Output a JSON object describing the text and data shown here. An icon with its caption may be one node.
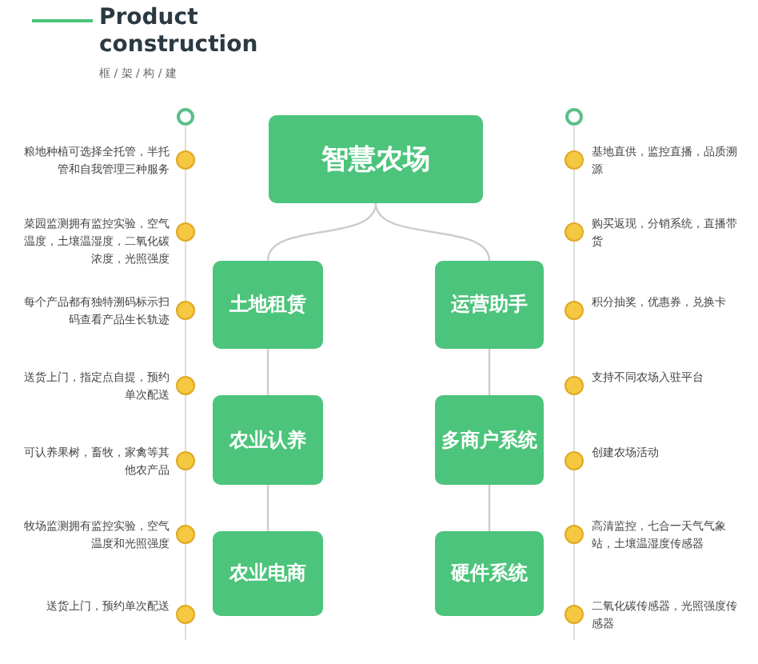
{
  "diagram": {
    "title": "Product construction",
    "nodes": [
      {
        "text": [
          "智慧农场"
        ]
      },
      {
        "text": [
          "土地租赁"
        ]
      },
      {
        "text": [
          "运营助手"
        ]
      },
      {
        "text": [
          "农业认养"
        ]
      },
      {
        "text": [
          "多商户系统"
        ]
      },
      {
        "text": [
          "农业电商"
        ]
      },
      {
        "text": [
          "硬件系统"
        ]
      }
    ],
    "edges": [
      {
        "from": 0,
        "to": 1,
        "arrow": "none"
      },
      {
        "from": 0,
        "to": 2,
        "arrow": "none"
      },
      {
        "from": 1,
        "to": 3,
        "arrow": "none"
      },
      {
        "from": 3,
        "to": 5,
        "arrow": "none"
      },
      {
        "from": 2,
        "to": 4,
        "arrow": "none"
      },
      {
        "from": 4,
        "to": 6,
        "arrow": "none"
      }
    ],
    "labels": [
      "框 / 架 / 构 / 建",
      "粮地种植可选择全托管，半托管和自我管理三种服务",
      "基地直供，监控直播，品质溯源",
      "菜园监测拥有监控实验，空气温度，土壤温湿度，二氧化碳浓度，光照强度",
      "购买返现，分销系统，直播带货",
      "每个产品都有独特溯码标示扫码查看产品生长轨迹",
      "积分抽奖，优惠券，兑换卡",
      "送货上门，指定点自提，预约单次配送",
      "支持不同农场入驻平台",
      "可认养果树，畜牧，家禽等其他农产品",
      "创建农场活动",
      "牧场监测拥有监控实验，空气温度和光照强度",
      "高清监控，七合一天气气象站，土壤温湿度传感器",
      "送货上门，预约单次配送",
      "二氧化碳传感器，光照强度传感器"
    ]
  }
}
